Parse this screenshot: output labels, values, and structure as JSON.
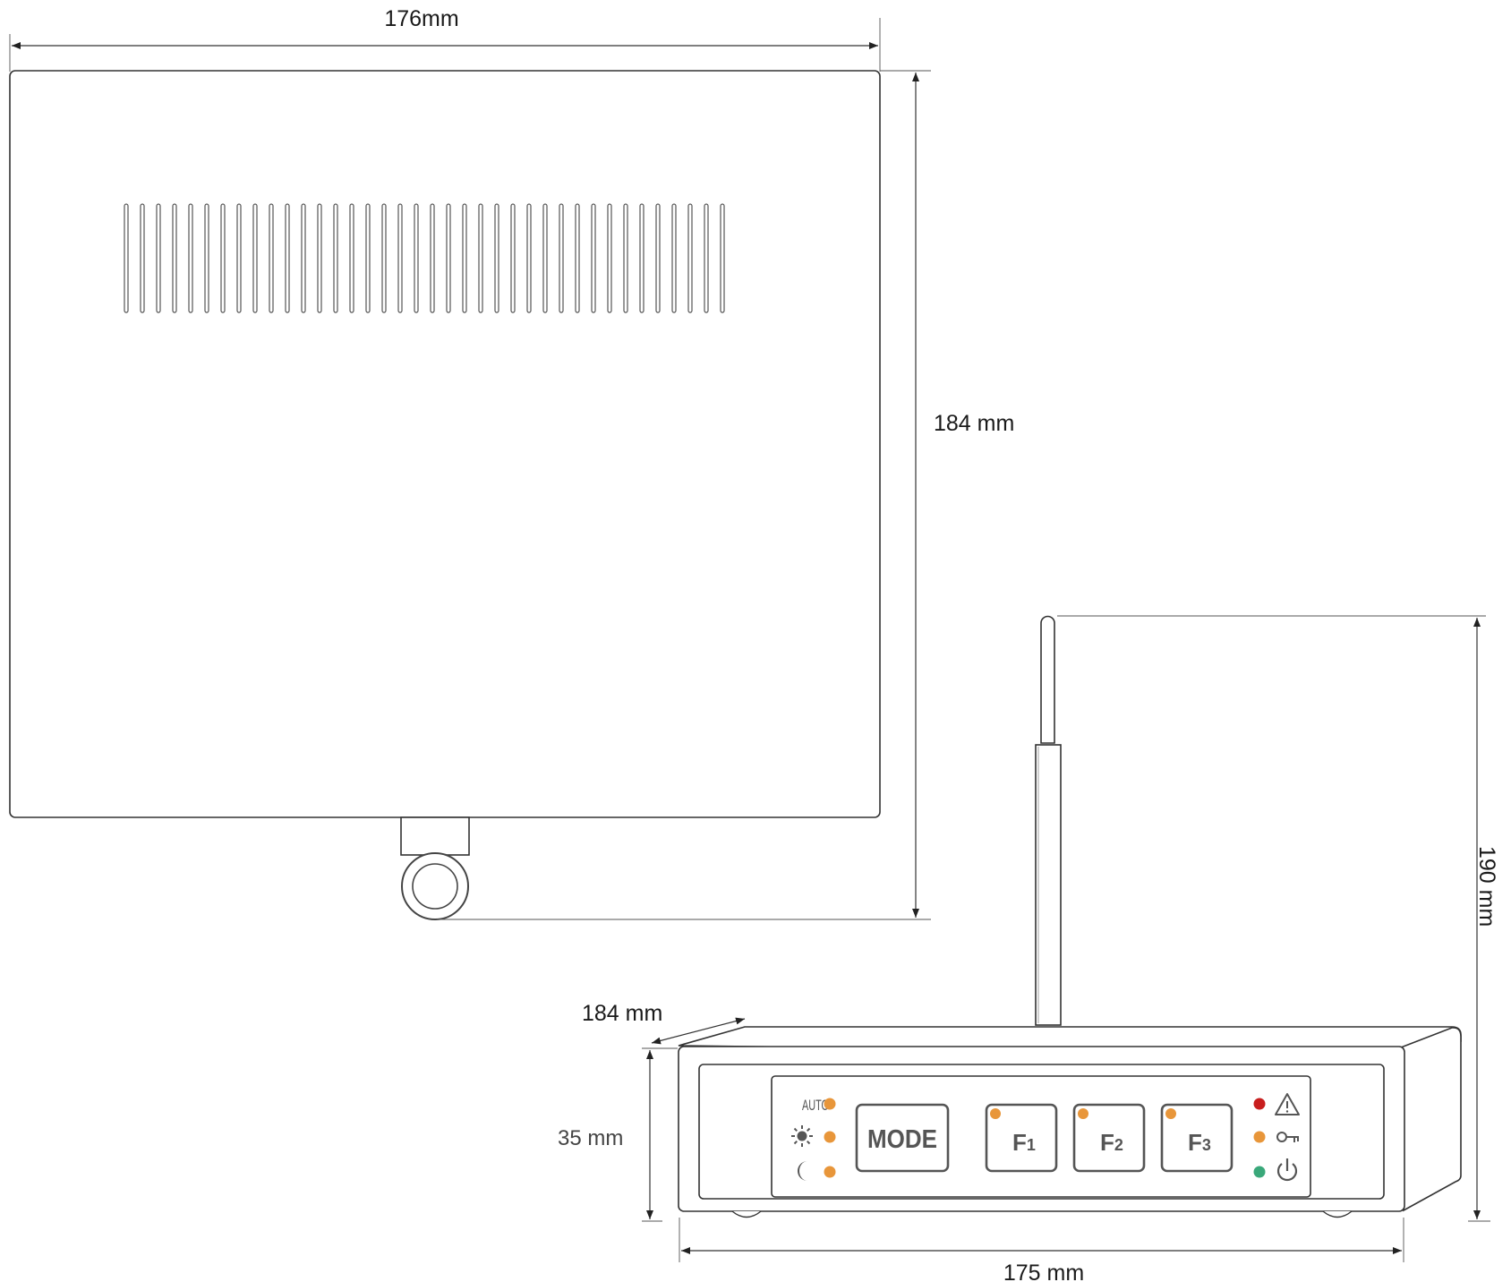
{
  "dimensions": {
    "top_width": "176mm",
    "top_height": "184 mm",
    "depth": "184 mm",
    "front_height": "35 mm",
    "front_width": "175 mm",
    "total_height": "190 mm"
  },
  "panel": {
    "auto_label": "AUTO",
    "mode_label": "MODE",
    "f1_label": "F",
    "f1_sub": "1",
    "f2_label": "F",
    "f2_sub": "2",
    "f3_label": "F",
    "f3_sub": "3"
  },
  "icons": {
    "left_column": [
      "auto-text",
      "sun-icon",
      "moon-icon"
    ],
    "right_column": [
      "warning-icon",
      "key-icon",
      "power-icon"
    ]
  },
  "colors": {
    "led_orange": "#e8963a",
    "led_red": "#c81e1e",
    "led_green": "#3aa87a",
    "button_stroke": "#555555"
  }
}
